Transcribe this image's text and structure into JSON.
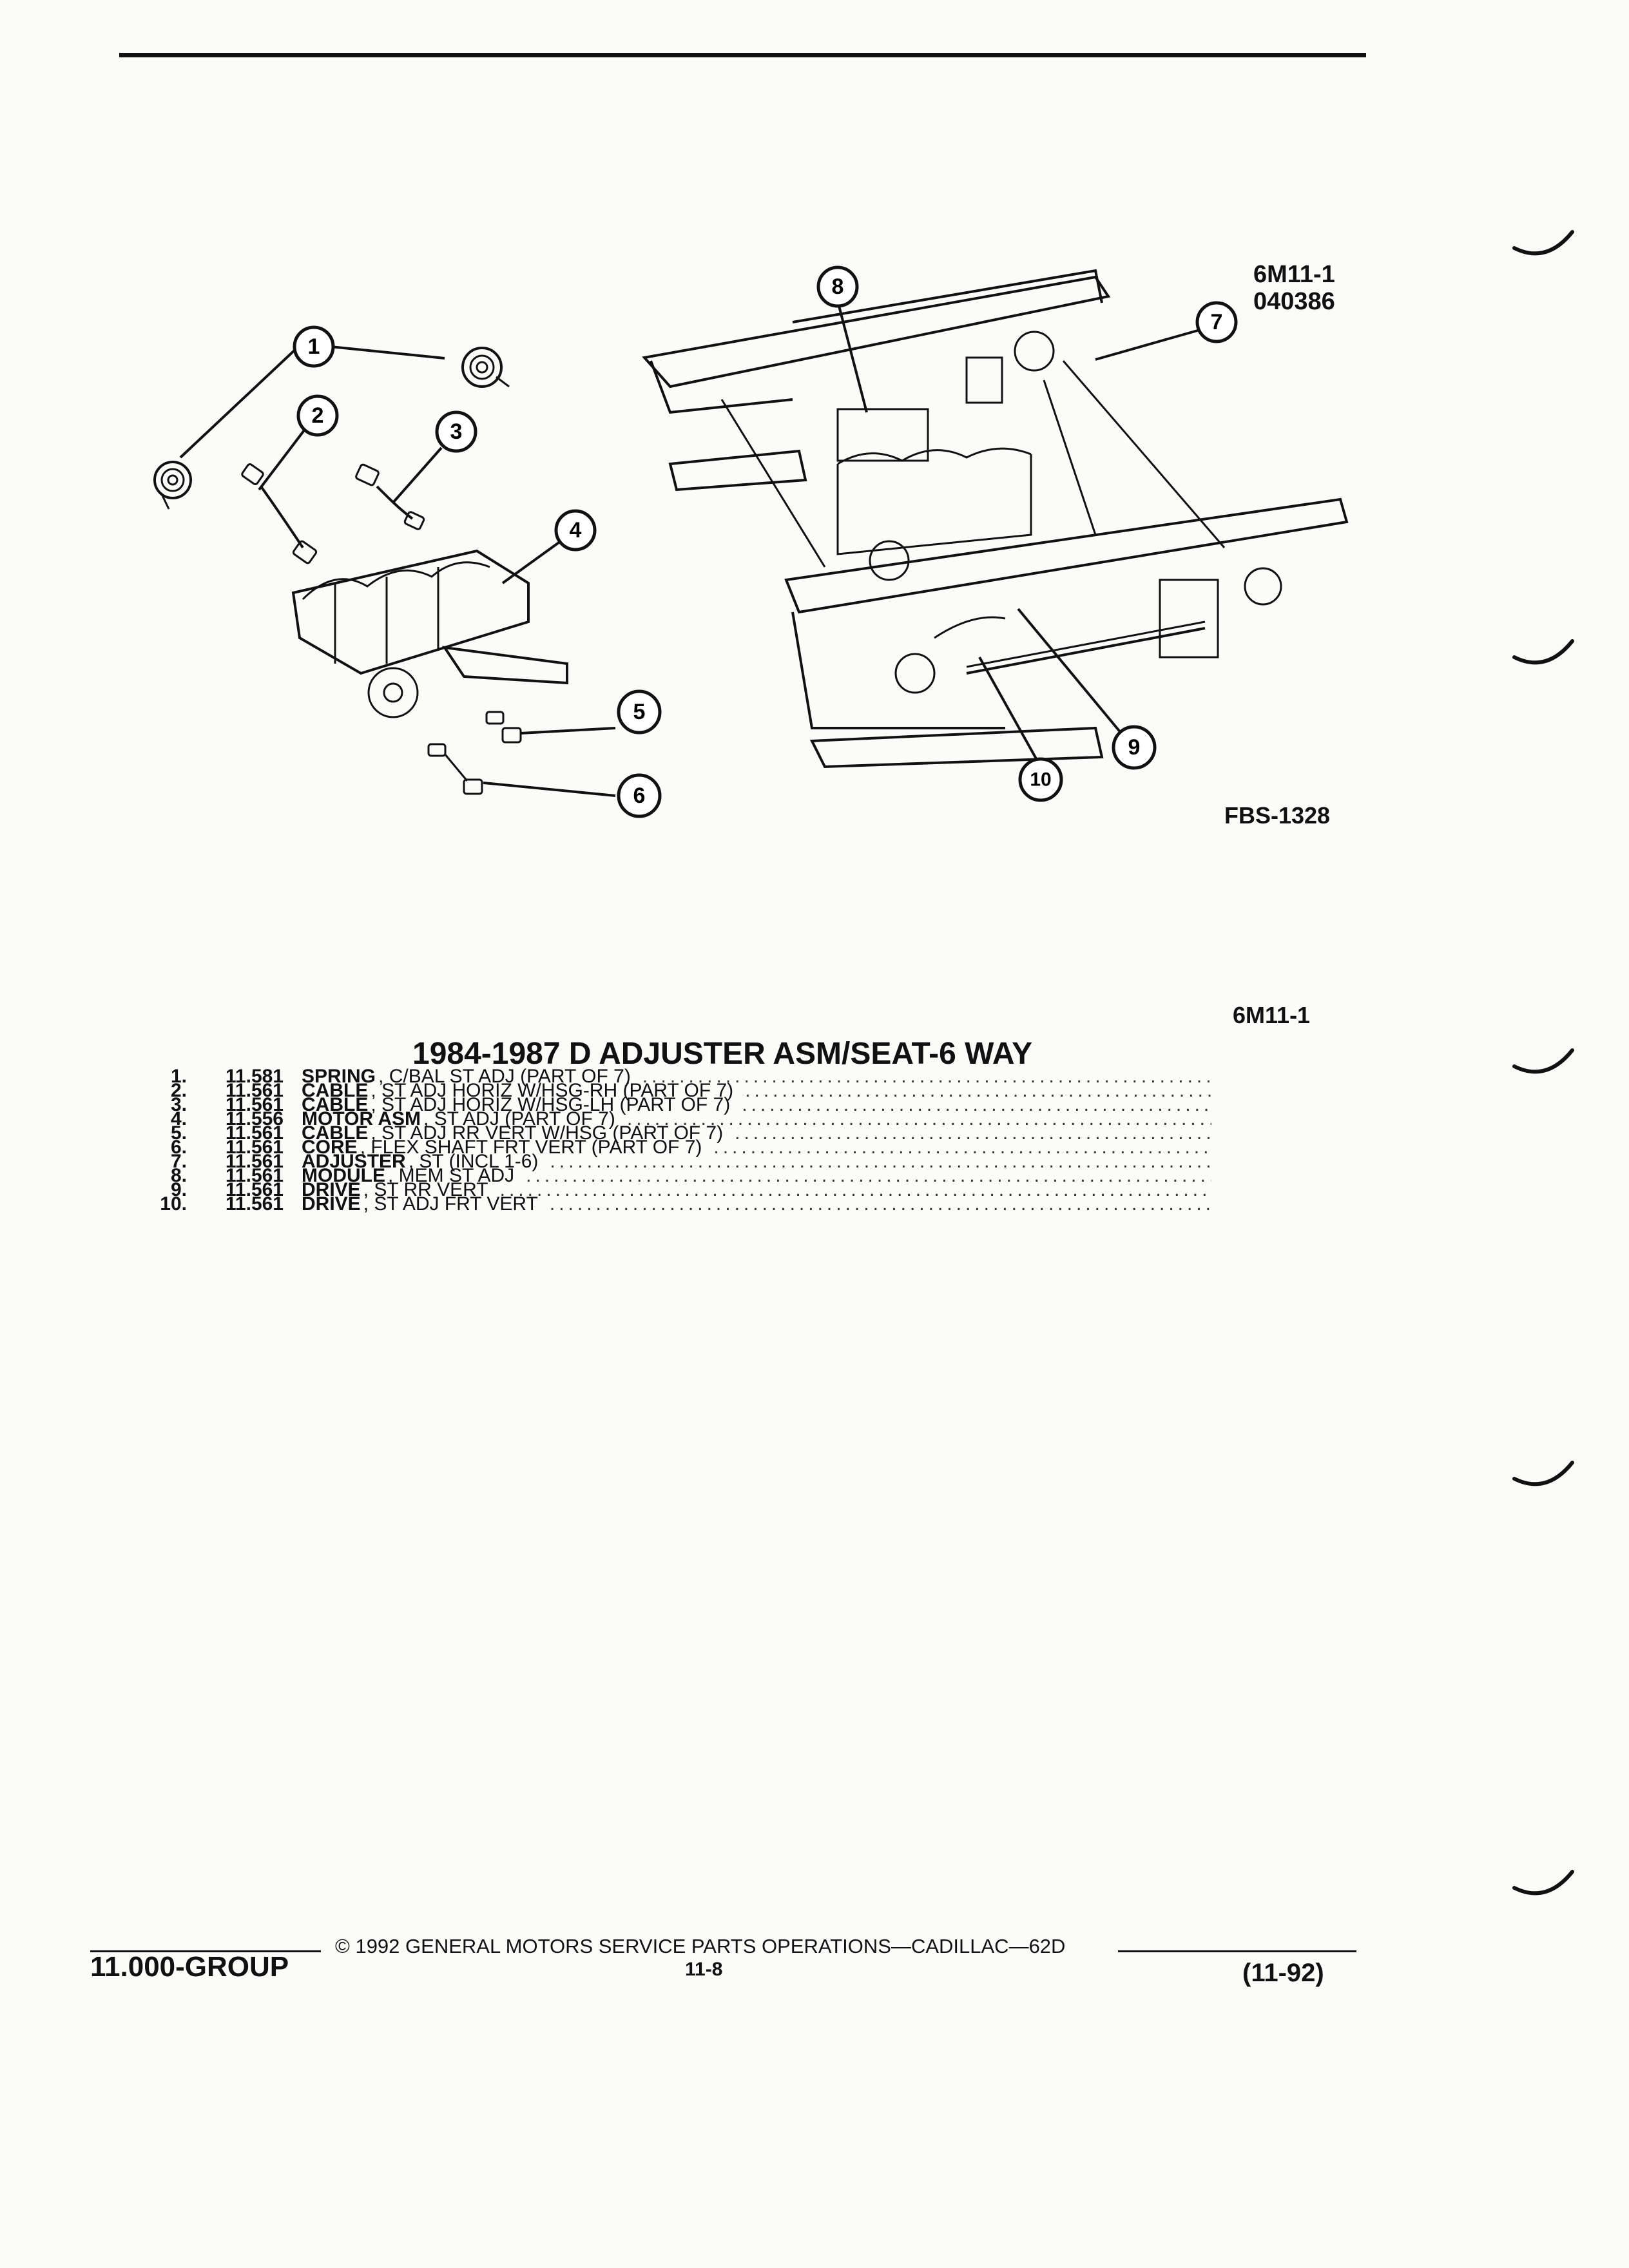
{
  "figure": {
    "code_lines": [
      "6M11-1",
      "040386"
    ],
    "fbs_code": "FBS-1328",
    "callouts": [
      "1",
      "2",
      "3",
      "4",
      "5",
      "6",
      "7",
      "8",
      "9",
      "10"
    ]
  },
  "group_code": "6M11-1",
  "title": "1984-1987 D ADJUSTER ASM/SEAT-6 WAY",
  "parts": [
    {
      "no": "1.",
      "group": "11.581",
      "name": "SPRING",
      "desc": ", C/BAL ST ADJ (PART OF 7)"
    },
    {
      "no": "2.",
      "group": "11.561",
      "name": "CABLE",
      "desc": ", ST ADJ HORIZ W/HSG-RH (PART OF 7)"
    },
    {
      "no": "3.",
      "group": "11.561",
      "name": "CABLE",
      "desc": ", ST ADJ HORIZ W/HSG-LH (PART OF 7)"
    },
    {
      "no": "4.",
      "group": "11.556",
      "name": "MOTOR ASM",
      "desc": ", ST ADJ (PART OF 7)"
    },
    {
      "no": "5.",
      "group": "11.561",
      "name": "CABLE",
      "desc": ", ST ADJ RR VERT W/HSG (PART OF 7)"
    },
    {
      "no": "6.",
      "group": "11.561",
      "name": "CORE",
      "desc": ", FLEX SHAFT FRT VERT (PART OF 7)"
    },
    {
      "no": "7.",
      "group": "11.561",
      "name": "ADJUSTER",
      "desc": ", ST (INCL 1-6)"
    },
    {
      "no": "8.",
      "group": "11.561",
      "name": "MODULE",
      "desc": ", MEM ST ADJ"
    },
    {
      "no": "9.",
      "group": "11.561",
      "name": "DRIVE",
      "desc": ", ST RR VERT"
    },
    {
      "no": "10.",
      "group": "11.561",
      "name": "DRIVE",
      "desc": ", ST ADJ FRT VERT"
    }
  ],
  "footer": {
    "group": "11.000-GROUP",
    "copyright": "© 1992 GENERAL MOTORS SERVICE PARTS OPERATIONS—CADILLAC—62D",
    "page": "11-8",
    "date": "(11-92)"
  }
}
